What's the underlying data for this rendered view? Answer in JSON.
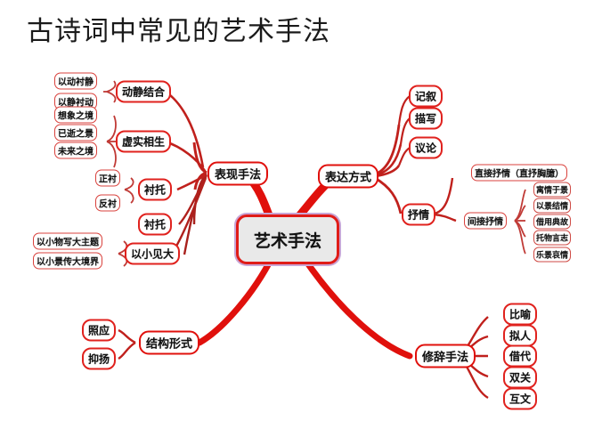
{
  "title": "古诗词中常见的艺术手法",
  "colors": {
    "branch_red": "#e0100c",
    "node_red": "#d9413c",
    "center_fill": "#e9e9e9",
    "center_ring": "#c9a6d6",
    "text": "#111111",
    "background": "#ffffff"
  },
  "center": {
    "label": "艺术手法"
  },
  "branches": [
    {
      "id": "biaoxian",
      "label": "表现手法",
      "children": [
        {
          "label": "动静结合",
          "leaves": [
            "以动衬静",
            "以静衬动"
          ]
        },
        {
          "label": "虚实相生",
          "leaves": [
            "想象之境",
            "已逝之景",
            "未来之境"
          ]
        },
        {
          "label": "衬托",
          "leaves": [
            "正衬",
            "反衬"
          ]
        },
        {
          "label": "衬托",
          "leaves": []
        },
        {
          "label": "以小见大",
          "leaves": [
            "以小物写大主题",
            "以小景传大境界"
          ]
        }
      ]
    },
    {
      "id": "biaoda",
      "label": "表达方式",
      "children": [
        {
          "label": "记叙",
          "leaves": []
        },
        {
          "label": "描写",
          "leaves": []
        },
        {
          "label": "议论",
          "leaves": []
        },
        {
          "label": "抒情",
          "leaves": []
        }
      ]
    },
    {
      "id": "shuqing",
      "label": "抒情",
      "children": [
        {
          "label": "直接抒情（直抒胸臆）",
          "leaves": []
        },
        {
          "label": "间接抒情",
          "leaves": [
            "寓情于景",
            "以景结情",
            "借用典故",
            "托物言志",
            "乐景哀情"
          ]
        }
      ]
    },
    {
      "id": "xiuci",
      "label": "修辞手法",
      "children": [
        {
          "label": "比喻",
          "leaves": []
        },
        {
          "label": "拟人",
          "leaves": []
        },
        {
          "label": "借代",
          "leaves": []
        },
        {
          "label": "双关",
          "leaves": []
        },
        {
          "label": "互文",
          "leaves": []
        }
      ]
    },
    {
      "id": "jiegou",
      "label": "结构形式",
      "children": [
        {
          "label": "照应",
          "leaves": []
        },
        {
          "label": "抑扬",
          "leaves": []
        }
      ]
    }
  ],
  "nodes": {
    "center": "艺术手法",
    "biaoxian_shoufa": "表现手法",
    "biaoda_fangshi": "表达方式",
    "xiuci_shoufa": "修辞手法",
    "jiegou_xingshi": "结构形式",
    "dongjing_jiehe": "动静结合",
    "xushi_xiangsheng": "虚实相生",
    "chentuo_1": "衬托",
    "chentuo_2": "衬托",
    "yixiaojianda": "以小见大",
    "yidongchenjing": "以动衬静",
    "yijingchendong": "以静衬动",
    "xiangxiangzhijing": "想象之境",
    "yishizhijing": "已逝之景",
    "weilaizhijing": "未来之境",
    "zhengchen": "正衬",
    "fanchen": "反衬",
    "yixiaowuxiedazhuti": "以小物写大主题",
    "yixiaojingchuandajingjie": "以小景传大境界",
    "jixu": "记叙",
    "miaoxie": "描写",
    "yilun": "议论",
    "shuqing": "抒情",
    "zhijie_shuqing": "直接抒情（直抒胸臆）",
    "jianjie_shuqing": "间接抒情",
    "yuqingyujing": "寓情于景",
    "yijingjieqing": "以景结情",
    "jieyongdiangu": "借用典故",
    "tuowuyanzhi": "托物言志",
    "lejingaiqing": "乐景哀情",
    "biyu": "比喻",
    "niren": "拟人",
    "jiedai": "借代",
    "shuangguan": "双关",
    "huwen": "互文",
    "zhaoying": "照应",
    "yiyang": "抑扬"
  }
}
